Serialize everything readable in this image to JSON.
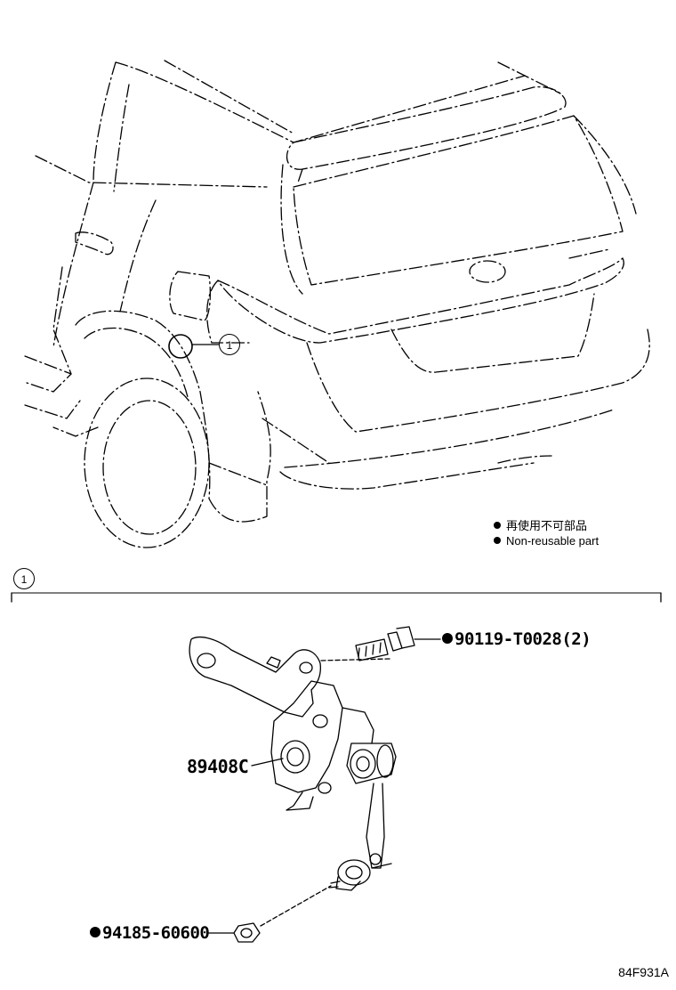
{
  "legend": {
    "japanese": "再使用不可部品",
    "english": "Non-reusable part"
  },
  "callouts": {
    "vehicle_callout": "1",
    "section_marker": "1"
  },
  "parts": {
    "bolt": {
      "number": "90119-T0028(2)",
      "non_reusable": true
    },
    "sensor": {
      "number": "89408C",
      "non_reusable": false
    },
    "nut": {
      "number": "94185-60600",
      "non_reusable": true
    }
  },
  "figure_code": "84F931A",
  "colors": {
    "line": "#000000",
    "background": "#ffffff"
  }
}
